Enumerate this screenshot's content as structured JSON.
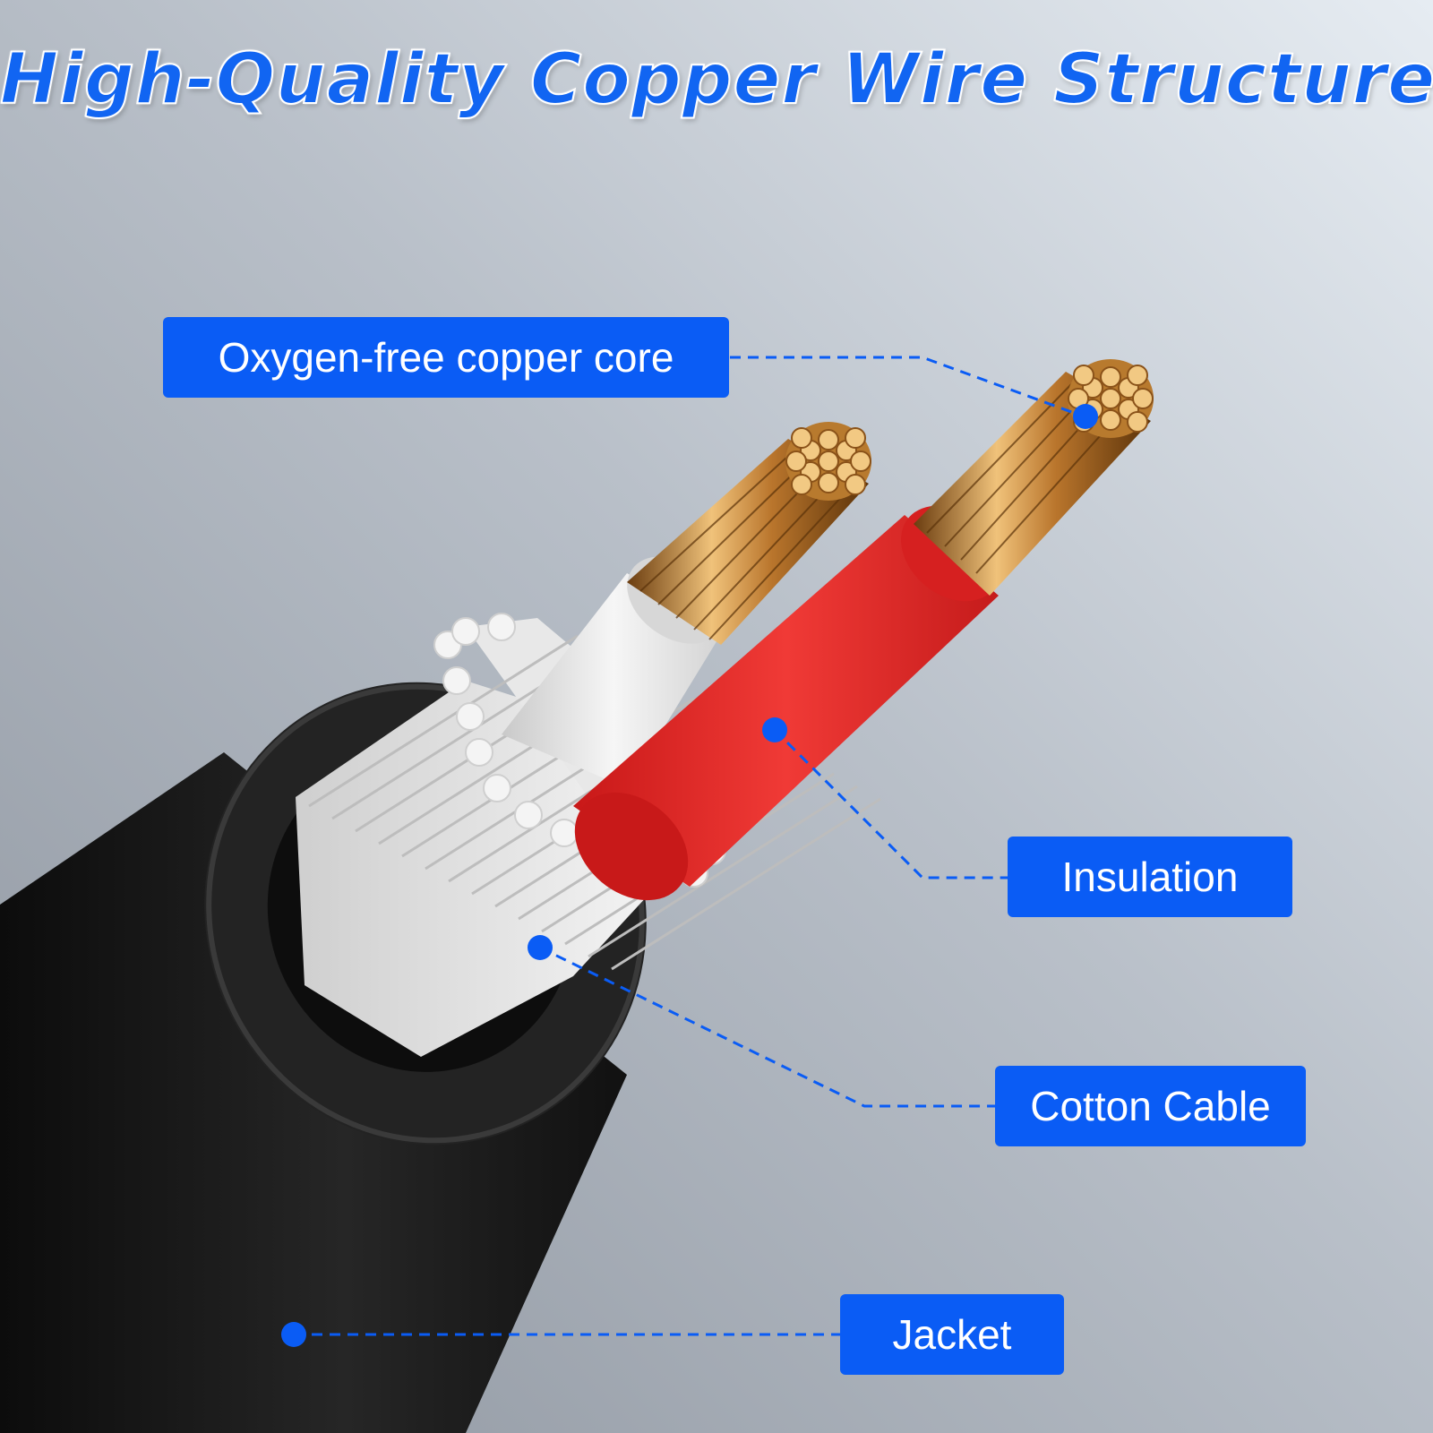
{
  "title": "High-Quality Copper Wire Structure",
  "labels": {
    "core": "Oxygen-free copper core",
    "insulation": "Insulation",
    "cotton": "Cotton Cable",
    "jacket": "Jacket"
  },
  "colors": {
    "accent": "#0a5cf5",
    "title": "#1165f2",
    "background_top": "#dfe6ee",
    "background_bottom": "#9aa2ad",
    "jacket": "#1a1a1a",
    "red_insulation": "#e52b2b",
    "white_insulation": "#eeeeee",
    "copper": "#d9a055"
  }
}
